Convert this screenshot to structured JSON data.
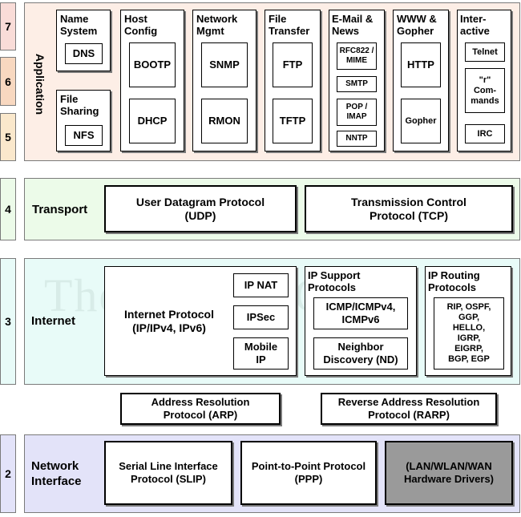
{
  "colors": {
    "application": "#fdeee6",
    "application_num_7": "#f9dcd8",
    "application_num_6": "#f8d8c0",
    "application_num_5": "#fae8cc",
    "transport": "#ecfbe9",
    "internet": "#e8fbf8",
    "network_interface": "#e3e3f9",
    "hardware_box": "#9a9a9a",
    "watermark": "#d8ece8"
  },
  "watermark": "The TCP/IP Guide",
  "layers": {
    "application": {
      "label": "Application",
      "nums": [
        "7",
        "6",
        "5"
      ],
      "groups": {
        "name_system": {
          "title": "Name System",
          "items": [
            "DNS"
          ]
        },
        "file_sharing": {
          "title": "File Sharing",
          "items": [
            "NFS"
          ]
        },
        "host_config": {
          "title": "Host Config",
          "items": [
            "BOOTP",
            "DHCP"
          ]
        },
        "network_mgmt": {
          "title": "Network Mgmt",
          "items": [
            "SNMP",
            "RMON"
          ]
        },
        "file_transfer": {
          "title": "File Transfer",
          "items": [
            "FTP",
            "TFTP"
          ]
        },
        "email_news": {
          "title": "E-Mail & News",
          "items": [
            "RFC822 / MIME",
            "SMTP",
            "POP / IMAP",
            "NNTP"
          ]
        },
        "www_gopher": {
          "title": "WWW & Gopher",
          "items": [
            "HTTP",
            "Gopher"
          ]
        },
        "interactive": {
          "title": "Inter-active",
          "items": [
            "Telnet",
            "\"r\" Com-mands",
            "IRC"
          ]
        }
      }
    },
    "transport": {
      "num": "4",
      "label": "Transport",
      "udp": "User Datagram Protocol (UDP)",
      "tcp": "Transmission Control Protocol (TCP)"
    },
    "internet": {
      "num": "3",
      "label": "Internet",
      "ip": "Internet Protocol (IP/IPv4, IPv6)",
      "ip_nat": "IP NAT",
      "ipsec": "IPSec",
      "mobile_ip": "Mobile IP",
      "support": {
        "title": "IP Support Protocols",
        "icmp": "ICMP/ICMPv4, ICMPv6",
        "nd": "Neighbor Discovery (ND)"
      },
      "routing": {
        "title": "IP Routing Protocols",
        "list": "RIP, OSPF, GGP, HELLO, IGRP, EIGRP, BGP, EGP"
      }
    },
    "arp": "Address Resolution Protocol (ARP)",
    "rarp": "Reverse Address Resolution Protocol (RARP)",
    "network_interface": {
      "num": "2",
      "label": "Network Interface",
      "slip": "Serial Line Interface Protocol (SLIP)",
      "ppp": "Point-to-Point Protocol (PPP)",
      "hw": "(LAN/WLAN/WAN Hardware Drivers)"
    }
  }
}
